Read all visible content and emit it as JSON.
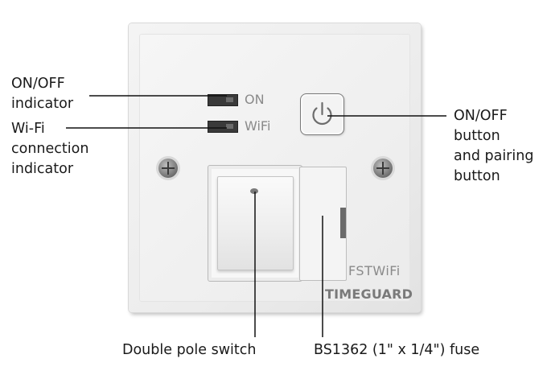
{
  "labels": {
    "on_off_indicator": [
      "ON/OFF",
      "indicator"
    ],
    "wifi_indicator": [
      "Wi-Fi",
      "connection",
      "indicator"
    ],
    "on_off_button": [
      "ON/OFF",
      "button",
      "and pairing",
      "button"
    ],
    "double_pole_switch": "Double pole switch",
    "fuse": "BS1362 (1\" x 1/4\") fuse"
  },
  "device": {
    "led_on_label": "ON",
    "led_wifi_label": "WiFi",
    "model": "FSTWiFi",
    "brand": "TIMEGUARD"
  },
  "icons": {
    "power": "power-icon",
    "screw": "screw-icon"
  }
}
